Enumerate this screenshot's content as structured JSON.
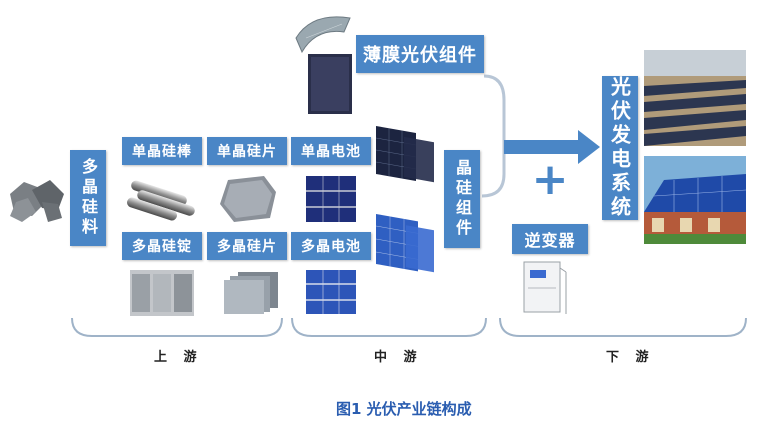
{
  "diagram": {
    "boxes": {
      "poly_silicon_material": "多晶硅料",
      "mono_ingot": "单晶硅棒",
      "mono_wafer": "单晶硅片",
      "mono_cell": "单晶电池",
      "multi_ingot": "多晶硅锭",
      "multi_wafer": "多晶硅片",
      "multi_cell": "多晶电池",
      "thin_film_module": "薄膜光伏组件",
      "crystalline_module": "晶硅组件",
      "inverter": "逆变器",
      "pv_system": "光伏发电系统"
    },
    "plus_symbol": "+",
    "stages": {
      "upstream": "上 游",
      "midstream": "中 游",
      "downstream": "下 游"
    },
    "caption": "图1 光伏产业链构成"
  },
  "colors": {
    "box_fill": "#4a86c6",
    "bracket": "#9fb3c8",
    "arrow": "#4a86c6",
    "caption": "#2a5db0"
  }
}
